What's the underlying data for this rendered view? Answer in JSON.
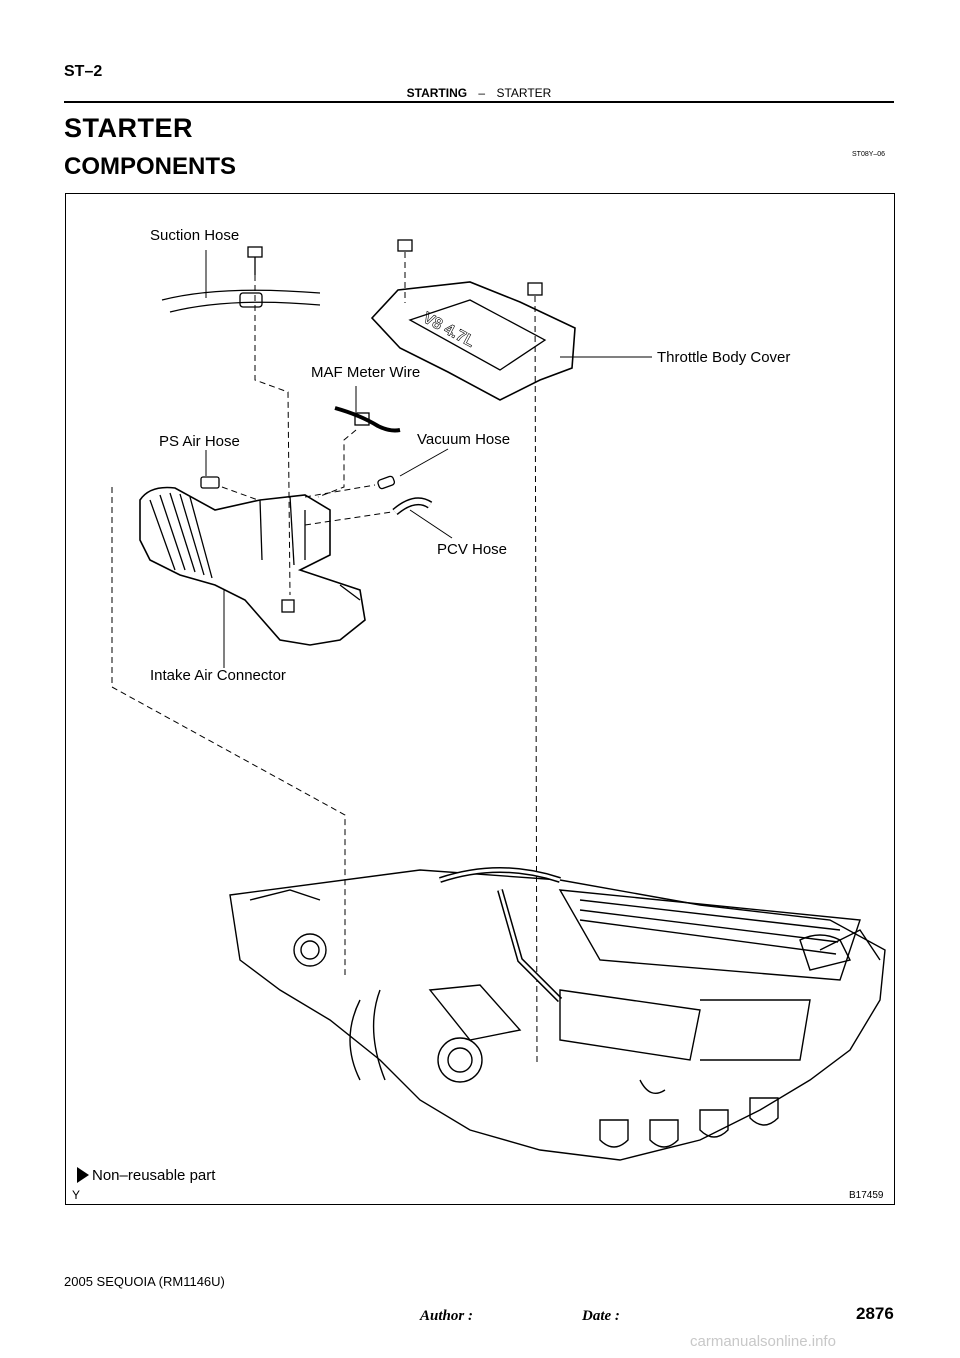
{
  "header": {
    "section_id": "ST–2",
    "chapter": "STARTING",
    "separator": "–",
    "section": "STARTER"
  },
  "title": "STARTER",
  "subtitle": "COMPONENTS",
  "doc_code": "ST08Y–06",
  "figure": {
    "callouts": {
      "suction_hose": "Suction Hose",
      "throttle_body_cover": "Throttle Body Cover",
      "maf_meter_wire": "MAF Meter Wire",
      "ps_air_hose": "PS Air Hose",
      "vacuum_hose": "Vacuum Hose",
      "pcv_hose": "PCV Hose",
      "intake_air_connector": "Intake Air Connector"
    },
    "cover_lettering": "V8 4.7L",
    "legend": "Non–reusable part",
    "y_mark": "Y",
    "figure_number": "B17459"
  },
  "footer": {
    "model": "2005 SEQUOIA   (RM1146U)",
    "author_label": "Author :",
    "date_label": "Date :",
    "page_number": "2876"
  },
  "watermark": "carmanualsonline.info"
}
